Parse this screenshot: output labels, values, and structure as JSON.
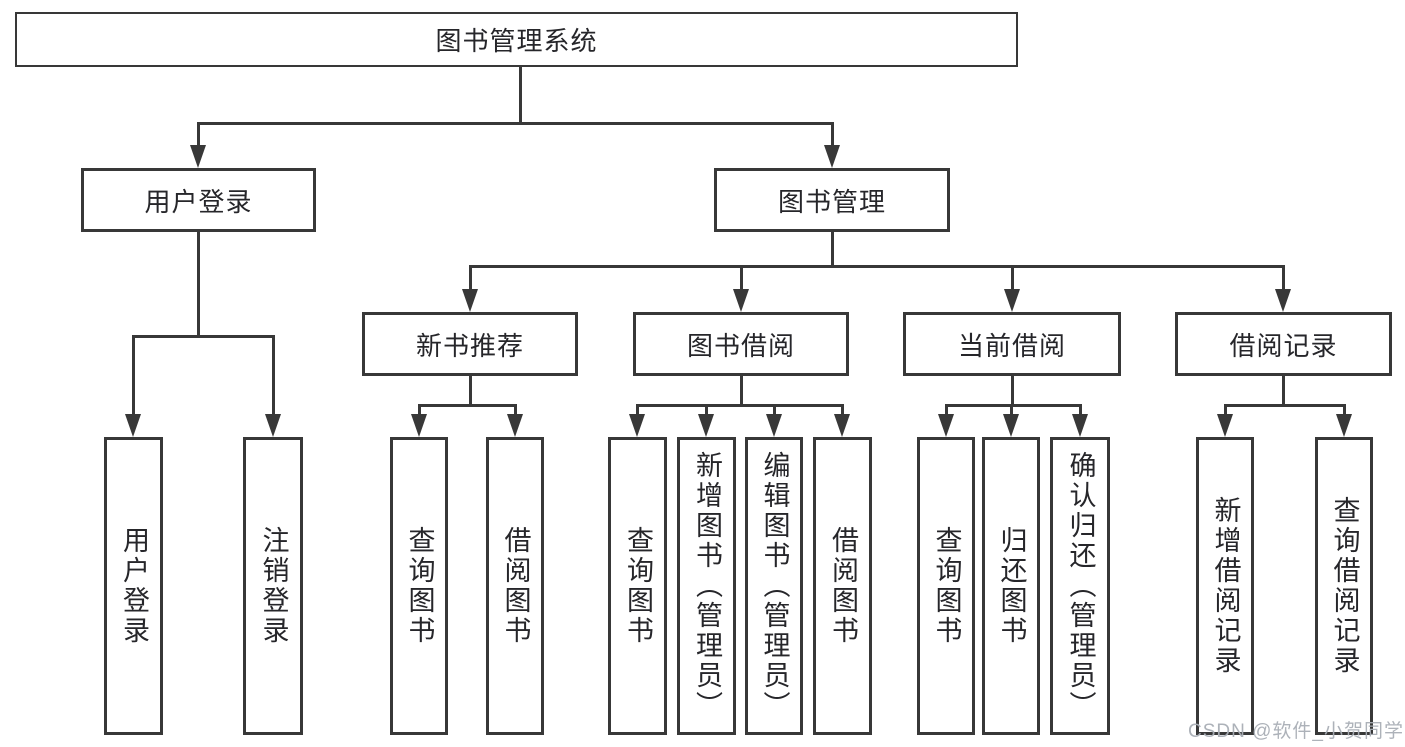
{
  "diagram": {
    "root": {
      "label": "图书管理系统"
    },
    "level2": [
      {
        "label": "用户登录",
        "children": [
          {
            "label": "用户登录"
          },
          {
            "label": "注销登录"
          }
        ]
      },
      {
        "label": "图书管理",
        "children": [
          {
            "label": "新书推荐",
            "children": [
              {
                "label": "查询图书"
              },
              {
                "label": "借阅图书"
              }
            ]
          },
          {
            "label": "图书借阅",
            "children": [
              {
                "label": "查询图书"
              },
              {
                "label": "新增图书（管理员）"
              },
              {
                "label": "编辑图书（管理员）"
              },
              {
                "label": "借阅图书"
              }
            ]
          },
          {
            "label": "当前借阅",
            "children": [
              {
                "label": "查询图书"
              },
              {
                "label": "归还图书"
              },
              {
                "label": "确认归还（管理员）"
              }
            ]
          },
          {
            "label": "借阅记录",
            "children": [
              {
                "label": "新增借阅记录"
              },
              {
                "label": "查询借阅记录"
              }
            ]
          }
        ]
      }
    ]
  },
  "watermark": {
    "text": "CSDN @软件_小贺同学"
  },
  "colors": {
    "line": "#383838",
    "text": "#26262a",
    "watermark": "#a9aeb6",
    "background": "#ffffff"
  }
}
